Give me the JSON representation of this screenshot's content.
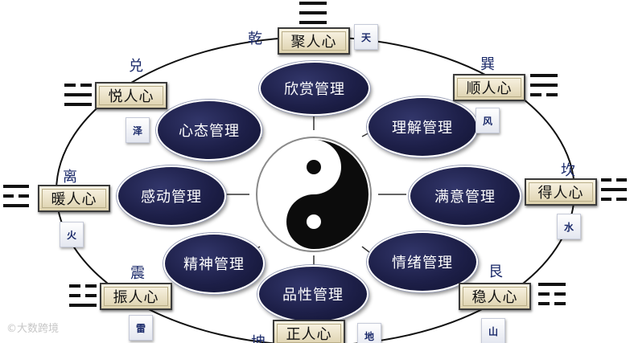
{
  "center": {
    "name": "yin-yang-symbol"
  },
  "management": [
    {
      "label": "欣赏管理"
    },
    {
      "label": "理解管理"
    },
    {
      "label": "满意管理"
    },
    {
      "label": "情绪管理"
    },
    {
      "label": "品性管理"
    },
    {
      "label": "精神管理"
    },
    {
      "label": "感动管理"
    },
    {
      "label": "心态管理"
    }
  ],
  "positions": [
    {
      "trigram": "乾",
      "plaque": "聚人心",
      "element": "天"
    },
    {
      "trigram": "巽",
      "plaque": "顺人心",
      "element": "风"
    },
    {
      "trigram": "坎",
      "plaque": "得人心",
      "element": "水"
    },
    {
      "trigram": "艮",
      "plaque": "稳人心",
      "element": "山"
    },
    {
      "trigram": "坤",
      "plaque": "正人心",
      "element": "地"
    },
    {
      "trigram": "震",
      "plaque": "振人心",
      "element": "雷"
    },
    {
      "trigram": "离",
      "plaque": "暖人心",
      "element": "火"
    },
    {
      "trigram": "兑",
      "plaque": "悦人心",
      "element": "泽"
    }
  ],
  "watermark": "©大数跨境",
  "colors": {
    "node_fill": "#1d1f48",
    "trigram_text": "#1b2a6a",
    "plaque_fill": "#f3ecd4"
  }
}
